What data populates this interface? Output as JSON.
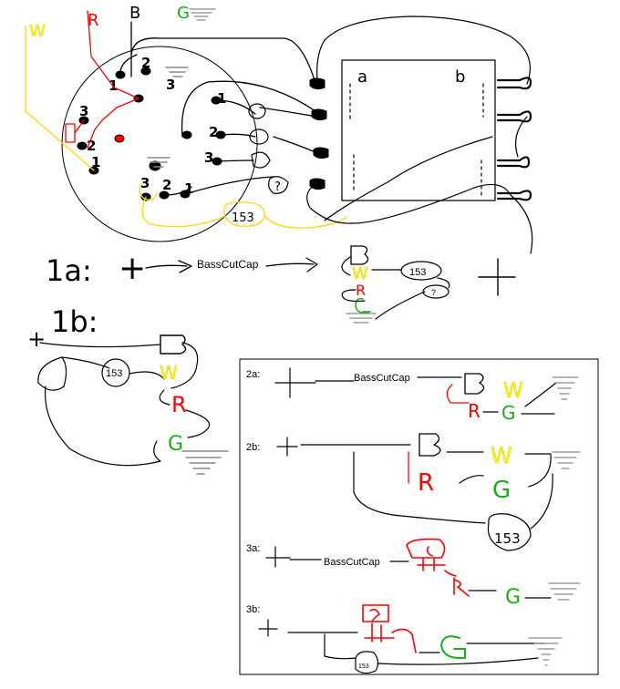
{
  "colors": {
    "ink": "#000000",
    "wire_white": "#ffff00",
    "wire_red": "#ff0000",
    "wire_green": "#16b016",
    "ground": "#8a8a8a",
    "background": "#ffffff"
  },
  "wire_labels": {
    "white": "W",
    "red": "R",
    "black": "B",
    "green": "G"
  },
  "switch": {
    "lugs_top": [
      "1",
      "2",
      "3"
    ],
    "lugs_left": [
      "3",
      "2",
      "1"
    ],
    "lugs_right": [
      "1",
      "2",
      "3"
    ],
    "lugs_bottom": [
      "3",
      "2",
      "1"
    ],
    "cap_label": "153",
    "resistor_label": "?"
  },
  "pickup": {
    "side_a": "a",
    "side_b": "b"
  },
  "ground_label": "G",
  "option_1a": {
    "title": "1a:",
    "plus": "+",
    "cap": "BassCutCap",
    "cap_153": "153",
    "resistor": "?"
  },
  "option_1b": {
    "title": "1b:",
    "plus": "+",
    "cap_153": "153"
  },
  "box": {
    "label_2a": "2a:",
    "label_2b": "2b:",
    "label_3a": "3a:",
    "label_3b": "3b:",
    "cap": "BassCutCap",
    "cap_153": "153"
  }
}
